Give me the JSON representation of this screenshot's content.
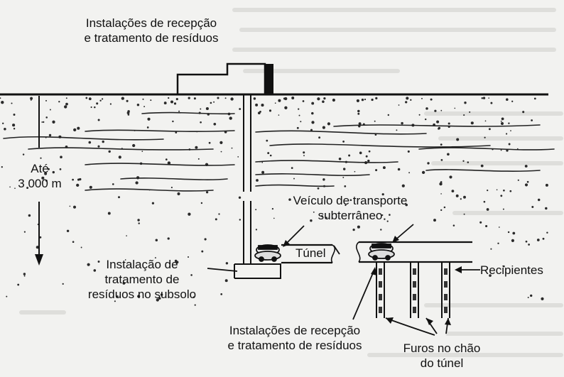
{
  "labels": {
    "surface_facility": "Instalações de recepção\ne tratamento de resíduos",
    "depth": "Até\n3 000 m",
    "vehicle": "Veículo de transporte\nsubterrâneo",
    "tunnel": "Túnel",
    "underground_facility": "Instalação de\ntratamento de\nresíduos no subsolo",
    "containers": "Recipientes",
    "bottom_facility": "Instalações de recepção\ne tratamento de resíduos",
    "holes": "Furos no chão\ndo túnel"
  },
  "colors": {
    "ink": "#111111",
    "paper": "#f2f2f0",
    "speckle": "#2a2a2a"
  }
}
